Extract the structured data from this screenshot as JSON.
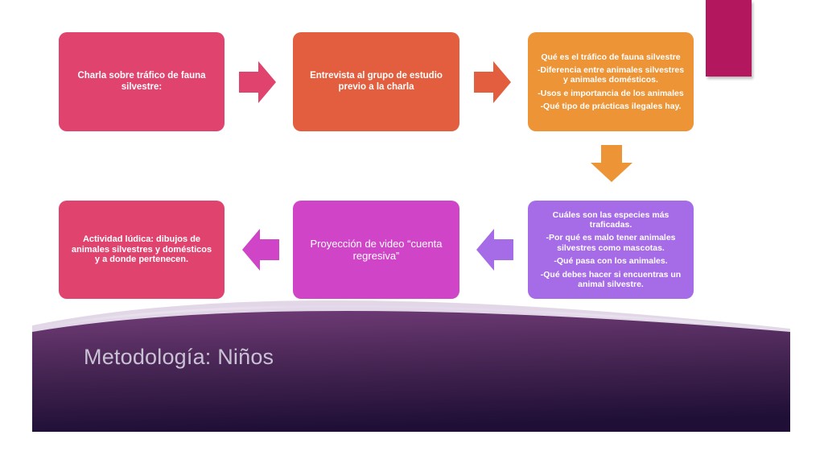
{
  "slide": {
    "title": "Metodología: Niños"
  },
  "flow": {
    "step1": [
      "Charla sobre tráfico de fauna silvestre:"
    ],
    "step2": [
      "Entrevista al grupo de estudio previo a la charla"
    ],
    "step3": [
      "Qué es el tráfico de fauna silvestre",
      "-Diferencia entre animales silvestres y animales domésticos.",
      "-Usos e importancia de los animales",
      "-Qué tipo de prácticas ilegales hay."
    ],
    "step4": [
      "Cuáles son las especies más traficadas.",
      "-Por qué es malo tener animales silvestres como mascotas.",
      "-Qué pasa con los animales.",
      "-Qué debes hacer si encuentras un animal silvestre."
    ],
    "step5": [
      "Proyección de video “cuenta regresiva”"
    ],
    "step6": [
      "Actividad lúdica: dibujos  de animales silvestres y domésticos y a donde pertenecen."
    ]
  },
  "colors": {
    "step1": "#e0436e",
    "step2": "#e25e3e",
    "step3": "#ec9436",
    "step4": "#a66be6",
    "step5": "#d044c8",
    "step6": "#e0436e",
    "accent_tab": "#b3185f",
    "banner_top": "#6e3a78",
    "banner_bottom": "#1f0f36"
  }
}
